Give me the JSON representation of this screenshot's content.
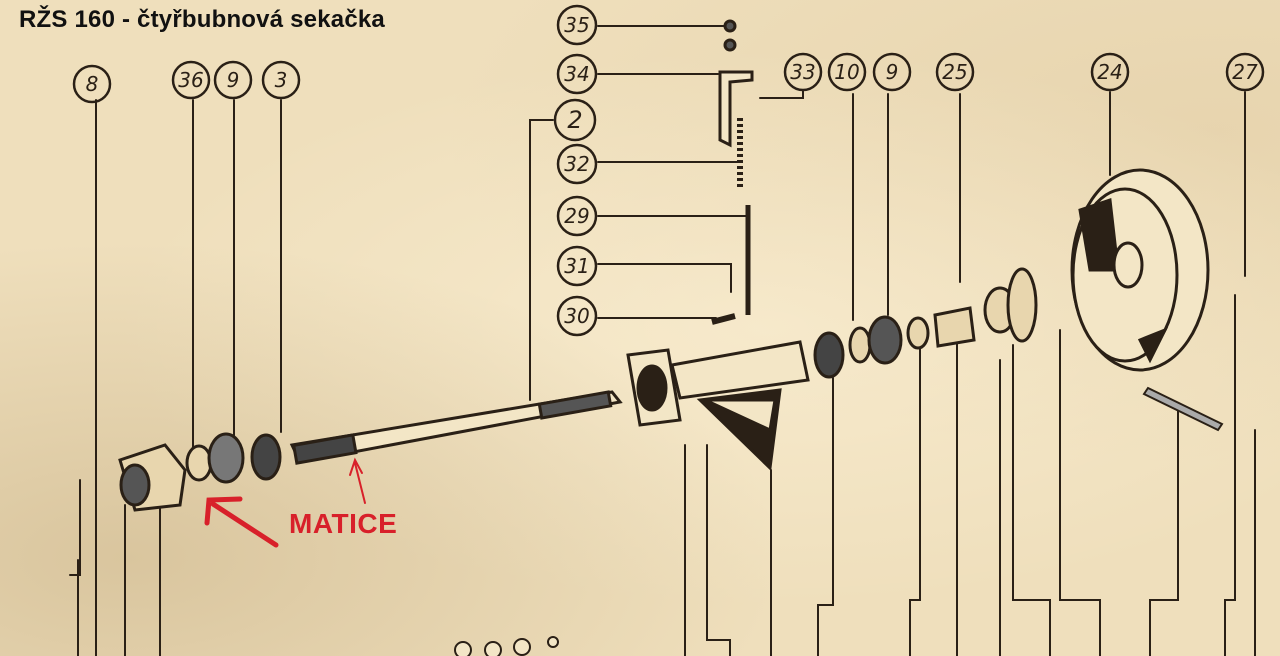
{
  "title": "RŽS 160 - čtyřbubnová sekačka",
  "annotation": {
    "label": "MATICE",
    "color": "#d8202a"
  },
  "callouts": [
    {
      "id": "c8",
      "label": "8"
    },
    {
      "id": "c36",
      "label": "36"
    },
    {
      "id": "c9a",
      "label": "9"
    },
    {
      "id": "c3",
      "label": "3"
    },
    {
      "id": "c35",
      "label": "35"
    },
    {
      "id": "c34",
      "label": "34"
    },
    {
      "id": "c2",
      "label": "2"
    },
    {
      "id": "c32",
      "label": "32"
    },
    {
      "id": "c29",
      "label": "29"
    },
    {
      "id": "c31",
      "label": "31"
    },
    {
      "id": "c30",
      "label": "30"
    },
    {
      "id": "c33",
      "label": "33"
    },
    {
      "id": "c10",
      "label": "10"
    },
    {
      "id": "c9b",
      "label": "9"
    },
    {
      "id": "c25",
      "label": "25"
    },
    {
      "id": "c24",
      "label": "24"
    },
    {
      "id": "c27",
      "label": "27"
    }
  ],
  "colors": {
    "paper": "#efdfbc",
    "ink": "#2a2016"
  }
}
